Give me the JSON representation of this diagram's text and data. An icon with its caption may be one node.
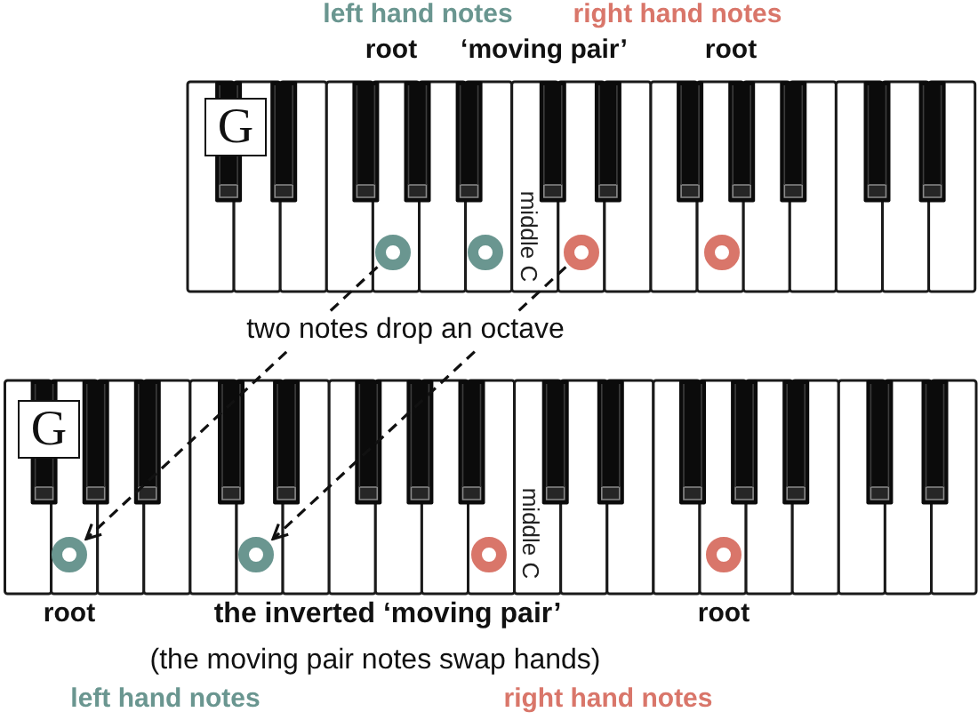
{
  "diagram": {
    "nodes": [
      {
        "text": [
          "G"
        ]
      },
      {
        "text": [],
        "shape": "circle"
      },
      {
        "text": [],
        "shape": "circle"
      },
      {
        "text": [],
        "shape": "circle"
      },
      {
        "text": [],
        "shape": "circle"
      },
      {
        "text": [
          "G"
        ]
      },
      {
        "text": [],
        "shape": "circle"
      },
      {
        "text": [],
        "shape": "circle"
      },
      {
        "text": [],
        "shape": "circle"
      },
      {
        "text": [],
        "shape": "circle"
      }
    ],
    "edges": [
      {
        "from": 1,
        "to": 6,
        "arrow": "to",
        "style": "dashed"
      },
      {
        "from": 3,
        "to": 7,
        "arrow": "to",
        "style": "dashed"
      }
    ],
    "labels": [
      "left hand notes",
      "right hand notes",
      "root",
      "‘moving pair’",
      "root",
      "middle C",
      "two notes drop an octave",
      "middle C",
      "root",
      "the inverted ‘moving pair’",
      "root",
      "(the moving pair notes swap hands)",
      "left hand notes",
      "right hand notes"
    ]
  }
}
